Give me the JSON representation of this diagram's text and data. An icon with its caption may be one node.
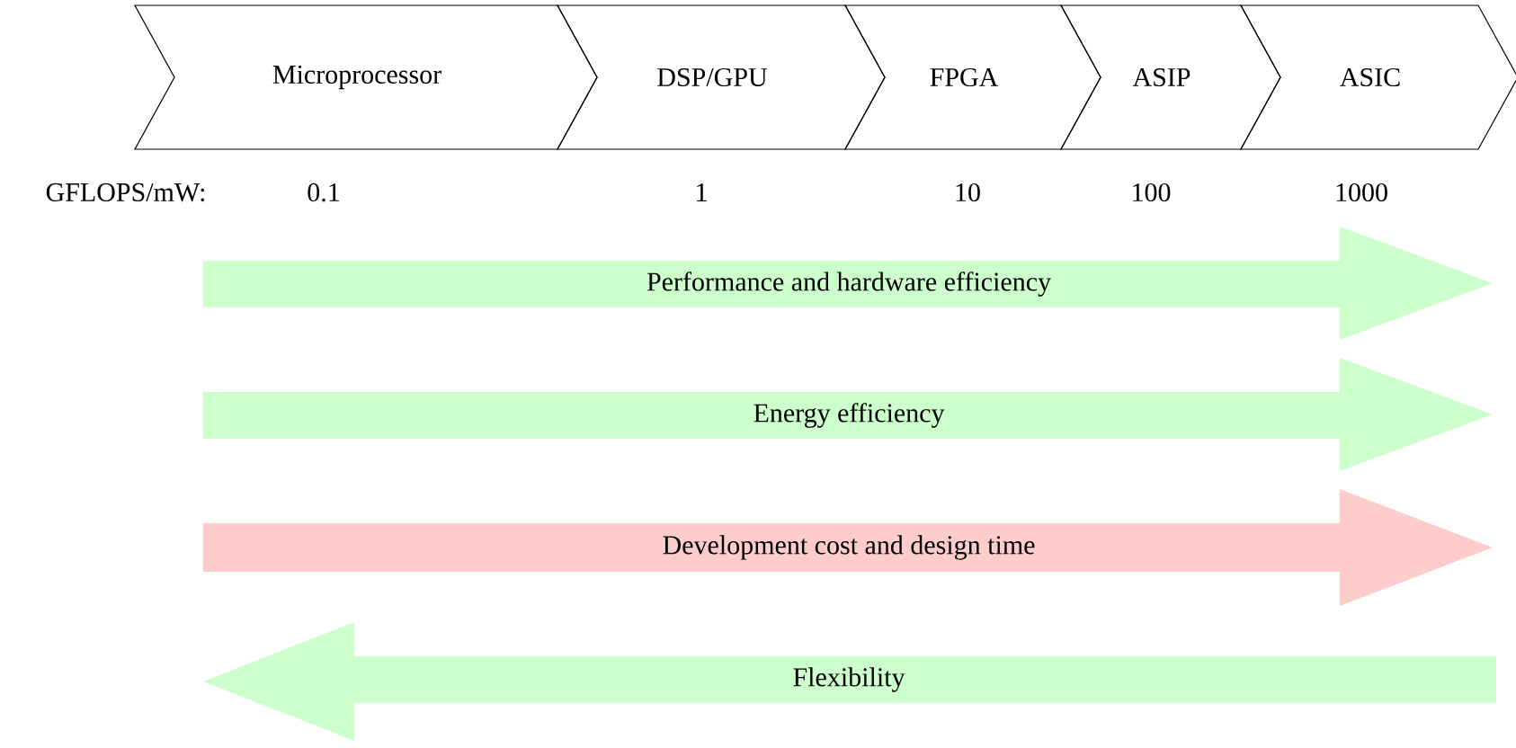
{
  "diagram": {
    "nodes": [
      {
        "text": [
          "Microprocessor"
        ]
      },
      {
        "text": [
          "DSP/GPU"
        ]
      },
      {
        "text": [
          "FPGA"
        ]
      },
      {
        "text": [
          "ASIP"
        ]
      },
      {
        "text": [
          "ASIC"
        ]
      },
      {
        "text": [
          "Performance and hardware efficiency"
        ]
      },
      {
        "text": [
          "Energy efficiency"
        ]
      },
      {
        "text": [
          "Development cost and design time"
        ]
      },
      {
        "text": [
          "Flexibility"
        ]
      }
    ],
    "edges": [],
    "labels": [
      "GFLOPS/mW:",
      "0.1",
      "1",
      "10",
      "100",
      "1000"
    ]
  }
}
